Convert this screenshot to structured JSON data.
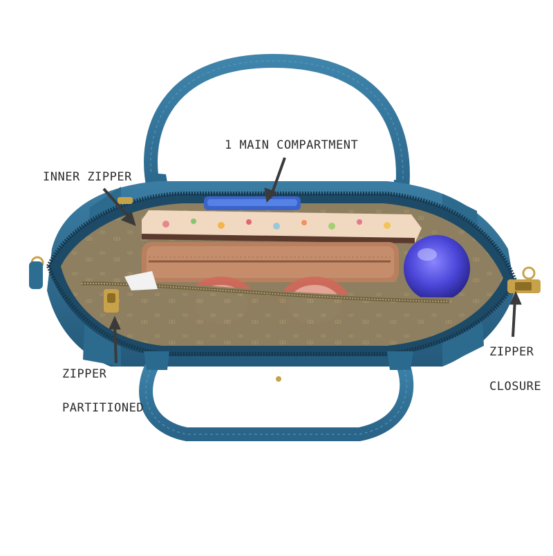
{
  "image": {
    "subject": "blue handbag viewed from above with open interior",
    "colors": {
      "bag": "#2f6f94",
      "bag_dark": "#1f4f6e",
      "lining": "#8b7d5e",
      "zipper": "#c8a24a",
      "wallet": "#b57a5c",
      "glasses": "#c9453c",
      "case": "#4a45d6",
      "arrow": "#3a3a3a"
    }
  },
  "annotations": {
    "main_compartment": "1 MAIN COMPARTMENT",
    "inner_zipper": "INNER ZIPPER",
    "zipper_left": "ZIPPER",
    "partitioned": "PARTITIONED",
    "zipper_right": "ZIPPER",
    "closure": "CLOSURE"
  }
}
